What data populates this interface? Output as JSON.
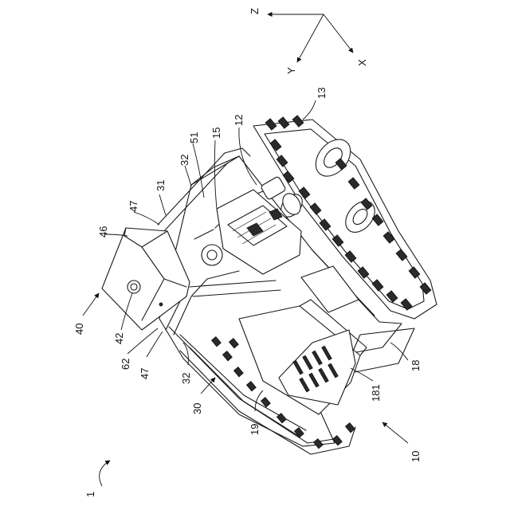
{
  "figure": {
    "axes": {
      "z": "Z",
      "y": "Y",
      "x": "X"
    },
    "callouts": [
      {
        "id": "c1",
        "text": "1"
      },
      {
        "id": "c10",
        "text": "10"
      },
      {
        "id": "c12",
        "text": "12"
      },
      {
        "id": "c13",
        "text": "13"
      },
      {
        "id": "c15",
        "text": "15"
      },
      {
        "id": "c18",
        "text": "18"
      },
      {
        "id": "c19",
        "text": "19"
      },
      {
        "id": "c30",
        "text": "30"
      },
      {
        "id": "c31",
        "text": "31"
      },
      {
        "id": "c32a",
        "text": "32"
      },
      {
        "id": "c32b",
        "text": "32"
      },
      {
        "id": "c40",
        "text": "40"
      },
      {
        "id": "c42",
        "text": "42"
      },
      {
        "id": "c46",
        "text": "46"
      },
      {
        "id": "c47a",
        "text": "47"
      },
      {
        "id": "c47b",
        "text": "47"
      },
      {
        "id": "c51",
        "text": "51"
      },
      {
        "id": "c62",
        "text": "62"
      },
      {
        "id": "c181",
        "text": "181"
      }
    ]
  }
}
